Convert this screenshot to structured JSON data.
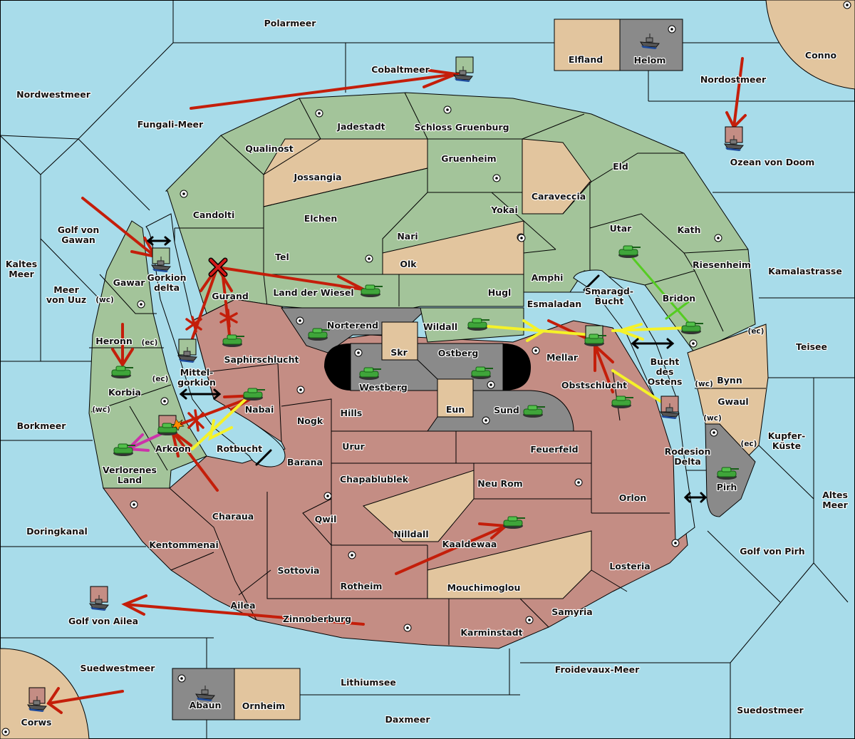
{
  "map": {
    "colors": {
      "sea": "#a8dcea",
      "power_green": "#a3c49a",
      "power_red": "#c48d84",
      "neutral": "#e2c59e",
      "power_grey": "#8a8a8a",
      "order_move": "#c41e0a",
      "order_support": "#f5f228",
      "order_support_green": "#55cc22",
      "order_retreat": "#cc33aa",
      "bounce": "#000000"
    },
    "sea_regions": [
      {
        "id": "polarmeer",
        "label": "Polarmeer"
      },
      {
        "id": "nordwestmeer",
        "label": "Nordwestmeer"
      },
      {
        "id": "fungali-meer",
        "label": "Fungali-Meer"
      },
      {
        "id": "cobaltmeer",
        "label": "Cobaltmeer"
      },
      {
        "id": "nordostmeer",
        "label": "Nordostmeer"
      },
      {
        "id": "ozean-von-doom",
        "label": "Ozean von Doom"
      },
      {
        "id": "kaltes-meer",
        "label": "Kaltes\nMeer"
      },
      {
        "id": "golf-von-gawan",
        "label": "Golf von\nGawan"
      },
      {
        "id": "meer-von-uuz",
        "label": "Meer\nvon Uuz"
      },
      {
        "id": "gorkion-delta",
        "label": "Gorkion\ndelta"
      },
      {
        "id": "mittel-gorkion",
        "label": "Mittel-\ngorkion"
      },
      {
        "id": "rotbucht",
        "label": "Rotbucht"
      },
      {
        "id": "borkmeer",
        "label": "Borkmeer"
      },
      {
        "id": "doringkanal",
        "label": "Doringkanal"
      },
      {
        "id": "golf-von-ailea",
        "label": "Golf von Ailea"
      },
      {
        "id": "suedwestmeer",
        "label": "Suedwestmeer"
      },
      {
        "id": "lithiumsee",
        "label": "Lithiumsee"
      },
      {
        "id": "daxmeer",
        "label": "Daxmeer"
      },
      {
        "id": "froidevaux-meer",
        "label": "Froidevaux-Meer"
      },
      {
        "id": "suedostmeer",
        "label": "Suedostmeer"
      },
      {
        "id": "golf-von-pirh",
        "label": "Golf von Pirh"
      },
      {
        "id": "altes-meer",
        "label": "Altes\nMeer"
      },
      {
        "id": "kupfer-kueste",
        "label": "Kupfer-\nKüste"
      },
      {
        "id": "teisee",
        "label": "Teisee"
      },
      {
        "id": "kamalastrasse",
        "label": "Kamalastrasse"
      },
      {
        "id": "smaragd-bucht",
        "label": "Smaragd-\nBucht"
      },
      {
        "id": "bucht-des-ostens",
        "label": "Bucht\ndes\nOstens"
      },
      {
        "id": "rodesion-delta",
        "label": "Rodesion\nDelta"
      }
    ],
    "land_regions": [
      {
        "id": "elfland",
        "label": "Elfland",
        "owner": "neutral"
      },
      {
        "id": "helom",
        "label": "Helom",
        "owner": "grey"
      },
      {
        "id": "conno",
        "label": "Conno",
        "owner": "neutral"
      },
      {
        "id": "jadestadt",
        "label": "Jadestadt",
        "owner": "green"
      },
      {
        "id": "schloss-gruenburg",
        "label": "Schloss Gruenburg",
        "owner": "green"
      },
      {
        "id": "qualinost",
        "label": "Qualinost",
        "owner": "green"
      },
      {
        "id": "jossangia",
        "label": "Jossangia",
        "owner": "neutral"
      },
      {
        "id": "gruenheim",
        "label": "Gruenheim",
        "owner": "green"
      },
      {
        "id": "caraveccia",
        "label": "Caraveccia",
        "owner": "neutral"
      },
      {
        "id": "eld",
        "label": "Eld",
        "owner": "green"
      },
      {
        "id": "candolti",
        "label": "Candolti",
        "owner": "green"
      },
      {
        "id": "elchen",
        "label": "Elchen",
        "owner": "green"
      },
      {
        "id": "yokai",
        "label": "Yokai",
        "owner": "green"
      },
      {
        "id": "nari",
        "label": "Nari",
        "owner": "green"
      },
      {
        "id": "olk",
        "label": "Olk",
        "owner": "neutral"
      },
      {
        "id": "tel",
        "label": "Tel",
        "owner": "green"
      },
      {
        "id": "utar",
        "label": "Utar",
        "owner": "green"
      },
      {
        "id": "kath",
        "label": "Kath",
        "owner": "green"
      },
      {
        "id": "riesenheim",
        "label": "Riesenheim",
        "owner": "green"
      },
      {
        "id": "amphi",
        "label": "Amphi",
        "owner": "green"
      },
      {
        "id": "gurand",
        "label": "Gurand",
        "owner": "green"
      },
      {
        "id": "land-der-wiesel",
        "label": "Land der Wiesel",
        "owner": "green"
      },
      {
        "id": "hugl",
        "label": "Hugl",
        "owner": "green"
      },
      {
        "id": "esmaladan",
        "label": "Esmaladan",
        "owner": "green"
      },
      {
        "id": "bridon",
        "label": "Bridon",
        "owner": "green"
      },
      {
        "id": "gawar",
        "label": "Gawar",
        "owner": "green"
      },
      {
        "id": "heronn",
        "label": "Heronn",
        "owner": "green"
      },
      {
        "id": "korbia",
        "label": "Korbia",
        "owner": "green"
      },
      {
        "id": "arkoon",
        "label": "Arkoon",
        "owner": "green"
      },
      {
        "id": "verlorenes-land",
        "label": "Verlorenes\nLand",
        "owner": "green"
      },
      {
        "id": "wildall",
        "label": "Wildall",
        "owner": "green"
      },
      {
        "id": "norterend",
        "label": "Norterend",
        "owner": "grey"
      },
      {
        "id": "skr",
        "label": "Skr",
        "owner": "neutral"
      },
      {
        "id": "ostberg",
        "label": "Ostberg",
        "owner": "grey"
      },
      {
        "id": "westberg",
        "label": "Westberg",
        "owner": "grey"
      },
      {
        "id": "eun",
        "label": "Eun",
        "owner": "neutral"
      },
      {
        "id": "sund",
        "label": "Sund",
        "owner": "grey"
      },
      {
        "id": "mellar",
        "label": "Mellar",
        "owner": "red"
      },
      {
        "id": "obstschlucht",
        "label": "Obstschlucht",
        "owner": "red"
      },
      {
        "id": "saphirschlucht",
        "label": "Saphirschlucht",
        "owner": "red"
      },
      {
        "id": "nabai",
        "label": "Nabai",
        "owner": "red"
      },
      {
        "id": "hills",
        "label": "Hills",
        "owner": "red"
      },
      {
        "id": "nogk",
        "label": "Nogk",
        "owner": "red"
      },
      {
        "id": "barana",
        "label": "Barana",
        "owner": "red"
      },
      {
        "id": "urur",
        "label": "Urur",
        "owner": "red"
      },
      {
        "id": "feuerfeld",
        "label": "Feuerfeld",
        "owner": "red"
      },
      {
        "id": "chapablublek",
        "label": "Chapablublek",
        "owner": "red"
      },
      {
        "id": "neu-rom",
        "label": "Neu Rom",
        "owner": "red"
      },
      {
        "id": "qwil",
        "label": "Qwil",
        "owner": "red"
      },
      {
        "id": "nilldall",
        "label": "Nilldall",
        "owner": "neutral"
      },
      {
        "id": "kaaldewaa",
        "label": "Kaaldewaa",
        "owner": "red"
      },
      {
        "id": "charaua",
        "label": "Charaua",
        "owner": "red"
      },
      {
        "id": "kentommenai",
        "label": "Kentommenai",
        "owner": "red"
      },
      {
        "id": "sottovia",
        "label": "Sottovia",
        "owner": "red"
      },
      {
        "id": "rotheim",
        "label": "Rotheim",
        "owner": "red"
      },
      {
        "id": "mouchimoglou",
        "label": "Mouchimoglou",
        "owner": "neutral"
      },
      {
        "id": "ailea",
        "label": "Ailea",
        "owner": "red"
      },
      {
        "id": "zinnoberburg",
        "label": "Zinnoberburg",
        "owner": "red"
      },
      {
        "id": "karminstadt",
        "label": "Karminstadt",
        "owner": "red"
      },
      {
        "id": "samyria",
        "label": "Samyria",
        "owner": "red"
      },
      {
        "id": "orlon",
        "label": "Orlon",
        "owner": "red"
      },
      {
        "id": "losteria",
        "label": "Losteria",
        "owner": "red"
      },
      {
        "id": "bynn",
        "label": "Bynn",
        "owner": "neutral"
      },
      {
        "id": "gwaul",
        "label": "Gwaul",
        "owner": "neutral"
      },
      {
        "id": "pirh",
        "label": "Pirh",
        "owner": "grey"
      },
      {
        "id": "corws",
        "label": "Corws",
        "owner": "neutral"
      },
      {
        "id": "abaun",
        "label": "Abaun",
        "owner": "grey"
      },
      {
        "id": "ornheim",
        "label": "Ornheim",
        "owner": "neutral"
      }
    ],
    "coast_markers": [
      "(wc)",
      "(ec)",
      "(ec)",
      "(wc)",
      "(ec)",
      "(wc)",
      "(wc)",
      "(ec)"
    ],
    "units": [
      {
        "type": "fleet",
        "icon": "battleship-icon",
        "location": "Cobaltmeer",
        "owner": "green"
      },
      {
        "type": "fleet",
        "icon": "battleship-icon",
        "location": "Helom",
        "owner": "grey"
      },
      {
        "type": "fleet",
        "icon": "battleship-icon",
        "location": "Ozean von Doom",
        "owner": "red"
      },
      {
        "type": "fleet",
        "icon": "battleship-icon",
        "location": "Gorkion delta",
        "owner": "green"
      },
      {
        "type": "fleet",
        "icon": "battleship-icon",
        "location": "Mittel-gorkion",
        "owner": "green"
      },
      {
        "type": "army",
        "icon": "tank-icon",
        "location": "Land der Wiesel",
        "owner": "green"
      },
      {
        "type": "army",
        "icon": "tank-icon",
        "location": "Saphirschlucht",
        "owner": "green"
      },
      {
        "type": "army",
        "icon": "tank-icon",
        "location": "Korbia",
        "owner": "green"
      },
      {
        "type": "army",
        "icon": "tank-icon",
        "location": "Arkoon",
        "owner": "green",
        "dislodged": true
      },
      {
        "type": "army",
        "icon": "tank-icon",
        "location": "Verlorenes Land",
        "owner": "green"
      },
      {
        "type": "army",
        "icon": "tank-icon",
        "location": "Nabai",
        "owner": "green"
      },
      {
        "type": "army",
        "icon": "tank-icon",
        "location": "Norterend",
        "owner": "green"
      },
      {
        "type": "army",
        "icon": "tank-icon",
        "location": "Wildall",
        "owner": "green"
      },
      {
        "type": "army",
        "icon": "tank-icon",
        "location": "Westberg",
        "owner": "green"
      },
      {
        "type": "army",
        "icon": "tank-icon",
        "location": "Ostberg",
        "owner": "green"
      },
      {
        "type": "army",
        "icon": "tank-icon",
        "location": "Sund",
        "owner": "green"
      },
      {
        "type": "army",
        "icon": "tank-icon",
        "location": "Utar",
        "owner": "green"
      },
      {
        "type": "army",
        "icon": "tank-icon",
        "location": "Bridon",
        "owner": "green"
      },
      {
        "type": "army",
        "icon": "tank-icon",
        "location": "Mellar",
        "owner": "green"
      },
      {
        "type": "army",
        "icon": "tank-icon",
        "location": "Obstschlucht",
        "owner": "green"
      },
      {
        "type": "fleet",
        "icon": "battleship-icon",
        "location": "Bucht des Ostens",
        "owner": "red"
      },
      {
        "type": "army",
        "icon": "tank-icon",
        "location": "Pirh",
        "owner": "green"
      },
      {
        "type": "army",
        "icon": "tank-icon",
        "location": "Kaaldewaa",
        "owner": "green"
      },
      {
        "type": "fleet",
        "icon": "battleship-icon",
        "location": "Golf von Ailea",
        "owner": "red"
      },
      {
        "type": "fleet",
        "icon": "battleship-icon",
        "location": "Corws",
        "owner": "red"
      },
      {
        "type": "fleet",
        "icon": "battleship-icon",
        "location": "Abaun",
        "owner": "grey"
      }
    ]
  }
}
